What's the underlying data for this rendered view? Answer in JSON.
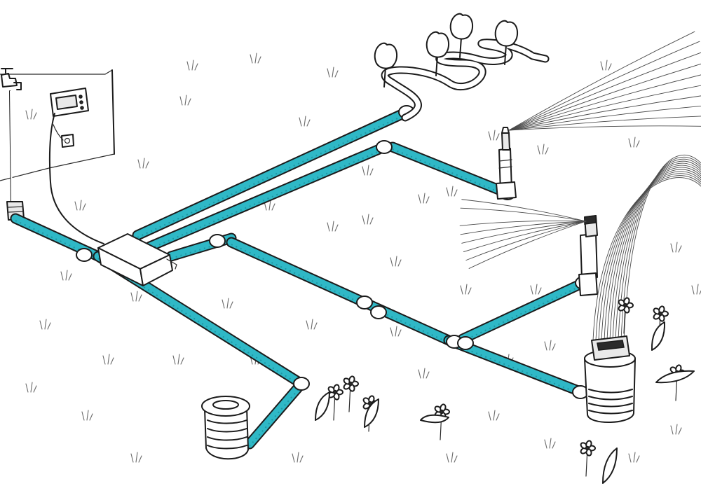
{
  "colors": {
    "pipe": "#2fb8c6",
    "pipe_shadow": "#1f97a4",
    "ink": "#1b1b1b",
    "background": "#ffffff"
  },
  "components": [
    "outdoor-faucet",
    "irrigation-controller",
    "power-outlet",
    "valve-box",
    "pipe-network",
    "drip-line",
    "pop-up-rotor-sprinkler",
    "pop-up-spray-sprinkler",
    "oscillating-sprinkler",
    "water-connection-box",
    "trees",
    "flowers",
    "grass"
  ]
}
